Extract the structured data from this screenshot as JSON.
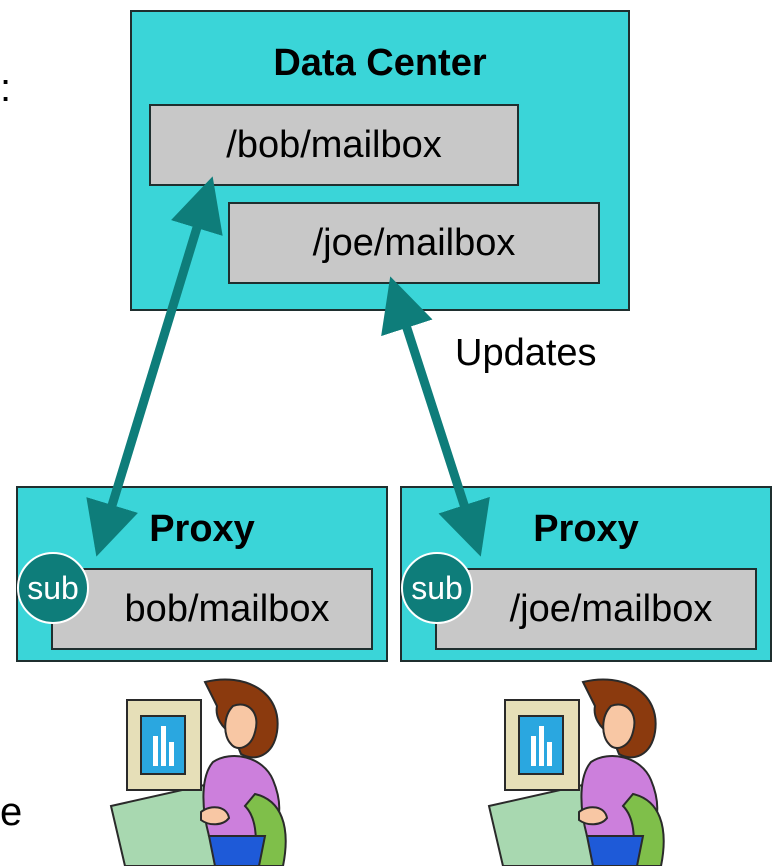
{
  "edge_text": {
    "top": ":",
    "bottom": "e"
  },
  "data_center": {
    "title": "Data Center",
    "mailbox_bob": "/bob/mailbox",
    "mailbox_joe": "/joe/mailbox"
  },
  "updates_label": "Updates",
  "proxy_left": {
    "title": "Proxy",
    "mailbox": "bob/mailbox",
    "sub": "sub"
  },
  "proxy_right": {
    "title": "Proxy",
    "mailbox": "/joe/mailbox",
    "sub": "sub"
  },
  "colors": {
    "box": "#3ad5d8",
    "inner": "#c8c8c8",
    "arrow": "#0e7d7a"
  }
}
